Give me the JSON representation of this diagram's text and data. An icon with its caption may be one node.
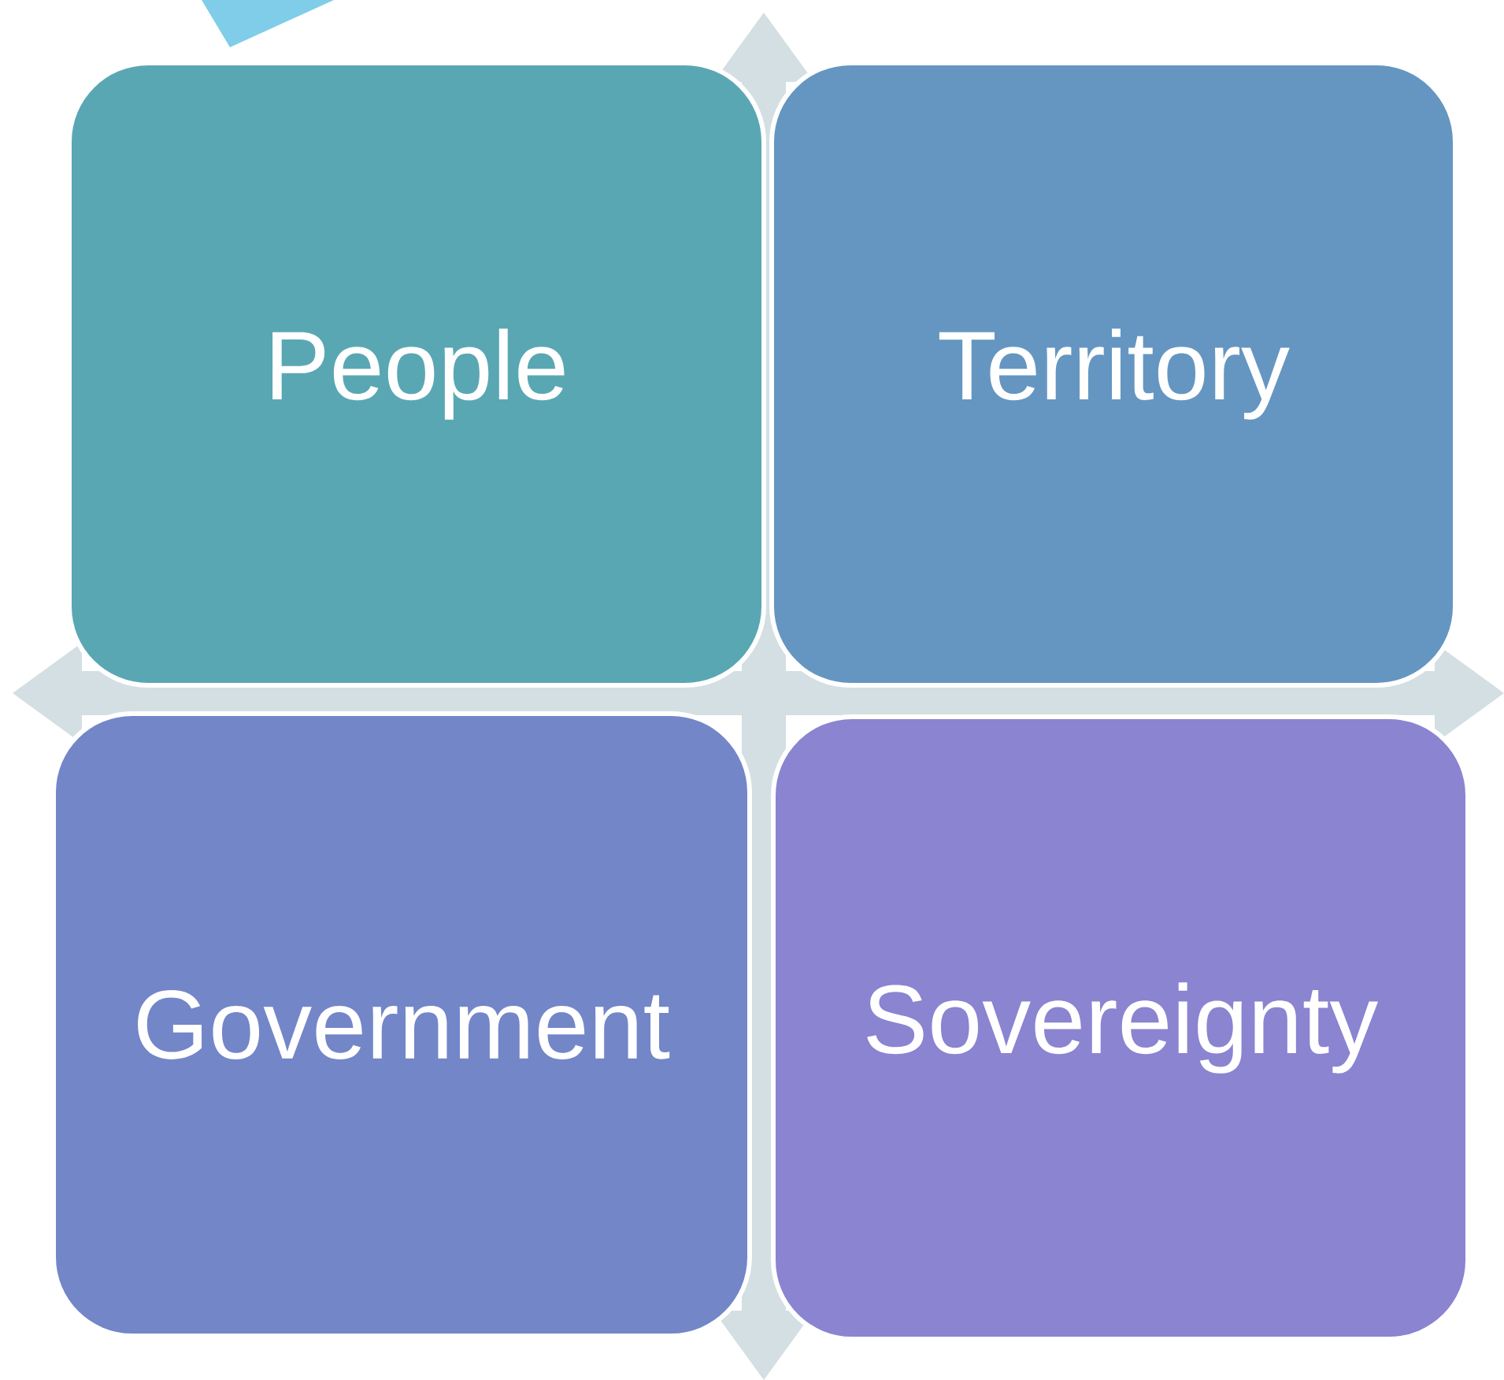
{
  "diagram": {
    "nodes": [
      {
        "text": [
          "People"
        ]
      },
      {
        "text": [
          "Territory"
        ]
      },
      {
        "text": [
          "Government"
        ]
      },
      {
        "text": [
          "Sovereignty"
        ]
      }
    ]
  }
}
